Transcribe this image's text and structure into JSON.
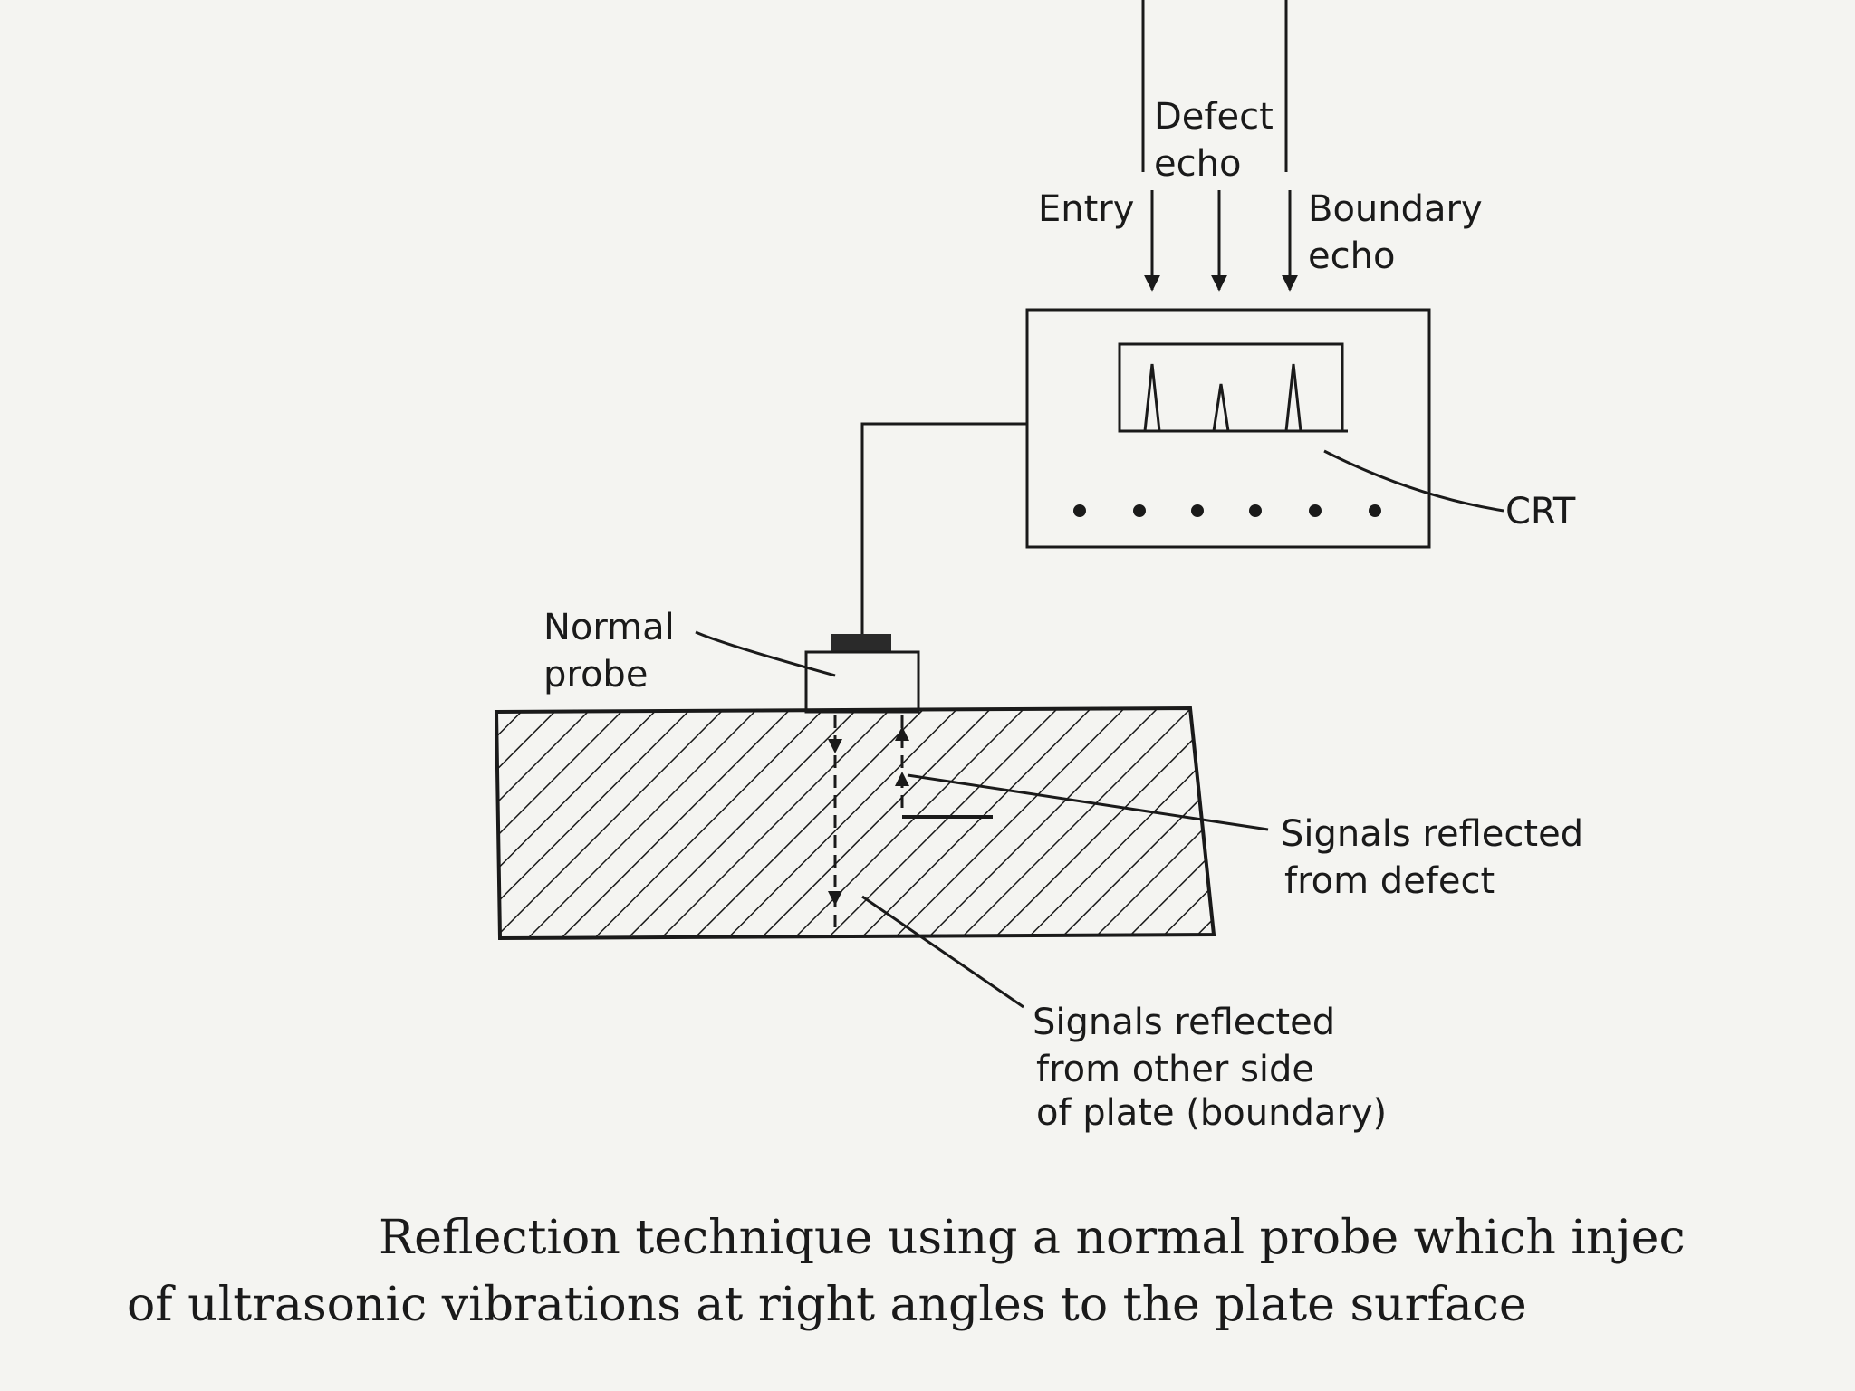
{
  "labels": {
    "defect_echo": [
      "Defect",
      "echo"
    ],
    "entry": "Entry",
    "boundary_echo": [
      "Boundary",
      "echo"
    ],
    "crt": "CRT",
    "normal_probe": [
      "Normal",
      "probe"
    ],
    "signals_defect": [
      "Signals reflected",
      "from defect"
    ],
    "signals_boundary": [
      "Signals reflected",
      "from other side",
      "of plate (boundary)"
    ]
  },
  "caption": {
    "line1": "Reflection technique using a normal probe which injec",
    "line2": "of ultrasonic vibrations at right angles to the plate surface"
  },
  "colors": {
    "ink": "#1a1a1a",
    "paper": "#f4f4f1"
  }
}
